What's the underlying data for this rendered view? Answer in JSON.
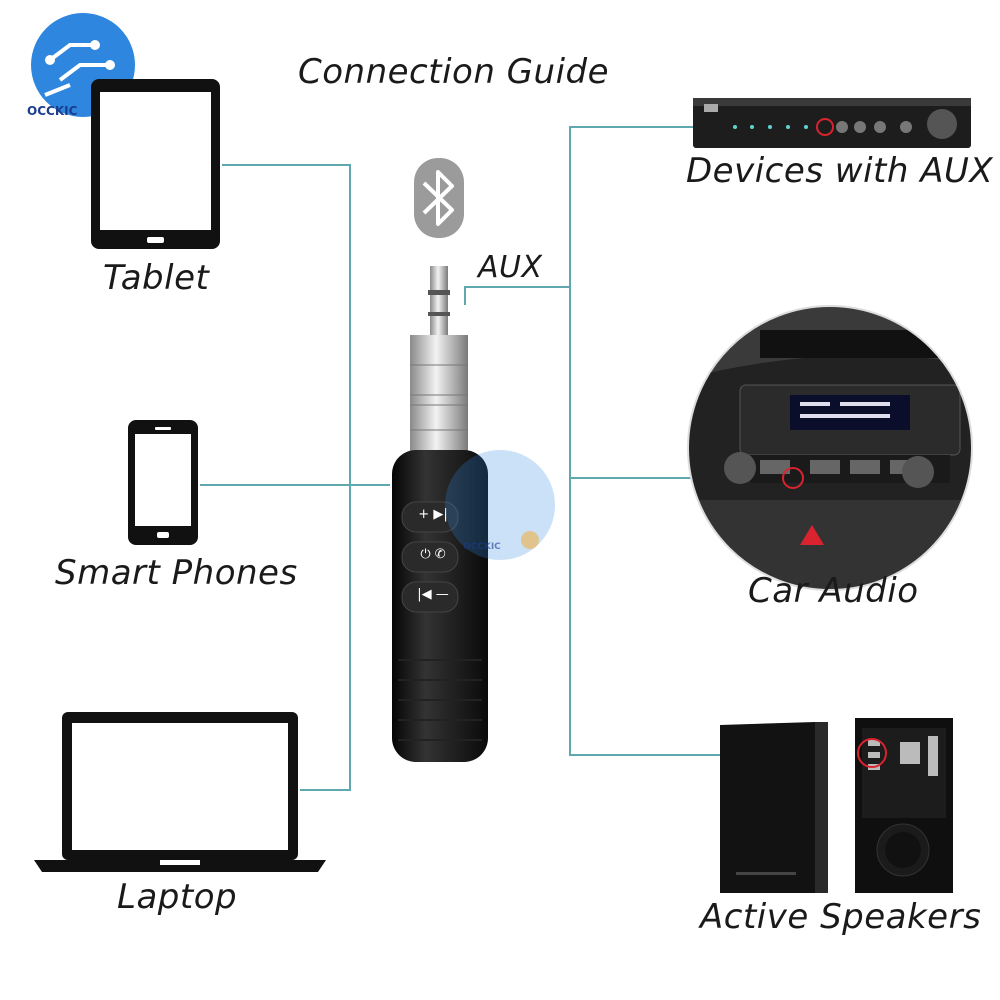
{
  "title": "Connection Guide",
  "aux_label": "AUX",
  "brand": "OCCKIC",
  "devices_left": [
    {
      "label": "Tablet",
      "icon": "tablet-icon"
    },
    {
      "label": "Smart Phones",
      "icon": "smartphone-icon"
    },
    {
      "label": "Laptop",
      "icon": "laptop-icon"
    }
  ],
  "devices_right": [
    {
      "label": "Devices with AUX",
      "icon": "amplifier-icon"
    },
    {
      "label": "Car Audio",
      "icon": "car-dashboard-icon"
    },
    {
      "label": "Active Speakers",
      "icon": "speakers-icon"
    }
  ],
  "receiver_buttons": [
    "+ ▶|",
    "⏻ ✆",
    "|◀ —"
  ],
  "colors": {
    "line": "#5fa8ad",
    "accent_blue": "#2e86de",
    "highlight_red": "#d9232e",
    "receiver": "#141414",
    "bluetooth_badge": "#9b9b9b"
  }
}
